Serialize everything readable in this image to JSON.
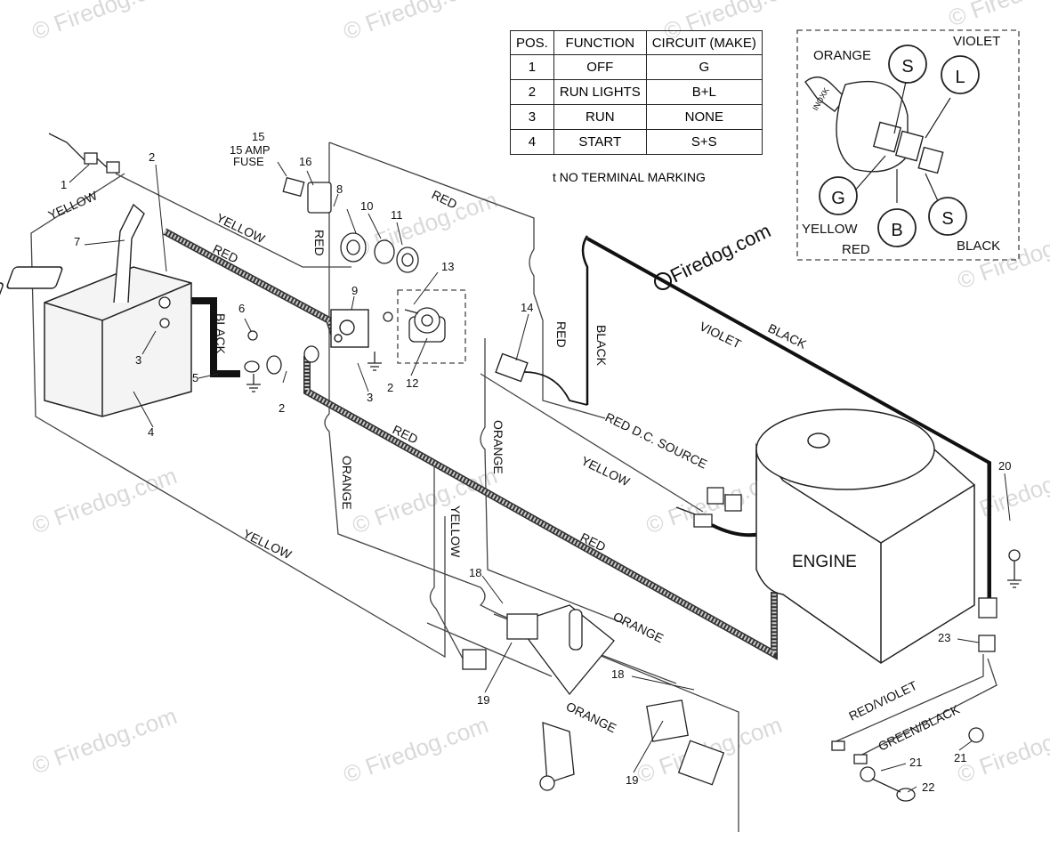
{
  "watermark": "© Firedog.com",
  "brand": "Firedog.com",
  "switch_table": {
    "headers": [
      "POS.",
      "FUNCTION",
      "CIRCUIT  (MAKE)"
    ],
    "rows": [
      [
        "1",
        "OFF",
        "G"
      ],
      [
        "2",
        "RUN LIGHTS",
        "B+L"
      ],
      [
        "3",
        "RUN",
        "NONE"
      ],
      [
        "4",
        "START",
        "S+S"
      ]
    ],
    "note": "t  NO TERMINAL MARKING"
  },
  "switch_detail": {
    "terminals": {
      "s_top": "S",
      "l": "L",
      "g": "G",
      "b": "B",
      "s_bottom": "S"
    },
    "wires": {
      "orange": "ORANGE",
      "violet": "VIOLET",
      "yellow": "YELLOW",
      "red": "RED",
      "black": "BLACK"
    },
    "key_text": "INOXK"
  },
  "parts": {
    "p1": "1",
    "p2a": "2",
    "p2b": "2",
    "p2c": "2",
    "p3a": "3",
    "p3b": "3",
    "p4": "4",
    "p5": "5",
    "p6": "6",
    "p7": "7",
    "p8": "8",
    "p9": "9",
    "p10": "10",
    "p11": "11",
    "p12": "12",
    "p13": "13",
    "p14": "14",
    "p15": "15",
    "p15_desc1": "15 AMP",
    "p15_desc2": "FUSE",
    "p16": "16",
    "p18a": "18",
    "p18b": "18",
    "p19a": "19",
    "p19b": "19",
    "p20": "20",
    "p21a": "21",
    "p21b": "21",
    "p22": "22",
    "p23": "23"
  },
  "wire_labels": {
    "yellow1": "YELLOW",
    "yellow2": "YELLOW",
    "yellow3": "YELLOW",
    "yellow4": "YELLOW",
    "yellow5": "YELLOW",
    "red1": "RED",
    "red2": "RED",
    "red3": "RED",
    "red4": "RED",
    "red5": "RED",
    "red6": "RED",
    "black1": "BLACK",
    "black2": "BLACK",
    "black3": "BLACK",
    "violet": "VIOLET",
    "orange1": "ORANGE",
    "orange2": "ORANGE",
    "orange3": "ORANGE",
    "orange4": "ORANGE",
    "red_dc": "RED  D.C. SOURCE",
    "red_violet": "RED/VIOLET",
    "green_black": "GREEN/BLACK"
  },
  "engine_label": "ENGINE"
}
